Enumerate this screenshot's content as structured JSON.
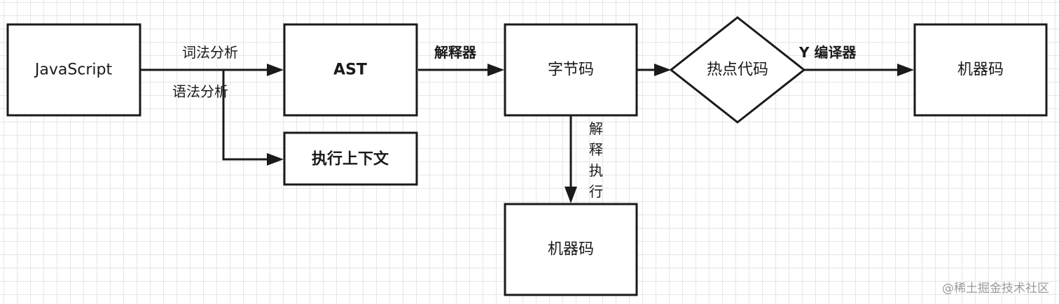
{
  "nodes": {
    "javascript": "JavaScript",
    "ast": "AST",
    "bytecode": "字节码",
    "hot_code": "热点代码",
    "machine_code_right": "机器码",
    "execution_context": "执行上下文",
    "machine_code_bottom": "机器码"
  },
  "edges": {
    "lexical_analysis": "词法分析",
    "syntax_analysis": "语法分析",
    "interpreter": "解释器",
    "compiler": "Y 编译器",
    "interpret_execute": [
      "解",
      "释",
      "执",
      "行"
    ]
  },
  "watermark": "@稀土掘金技术社区"
}
